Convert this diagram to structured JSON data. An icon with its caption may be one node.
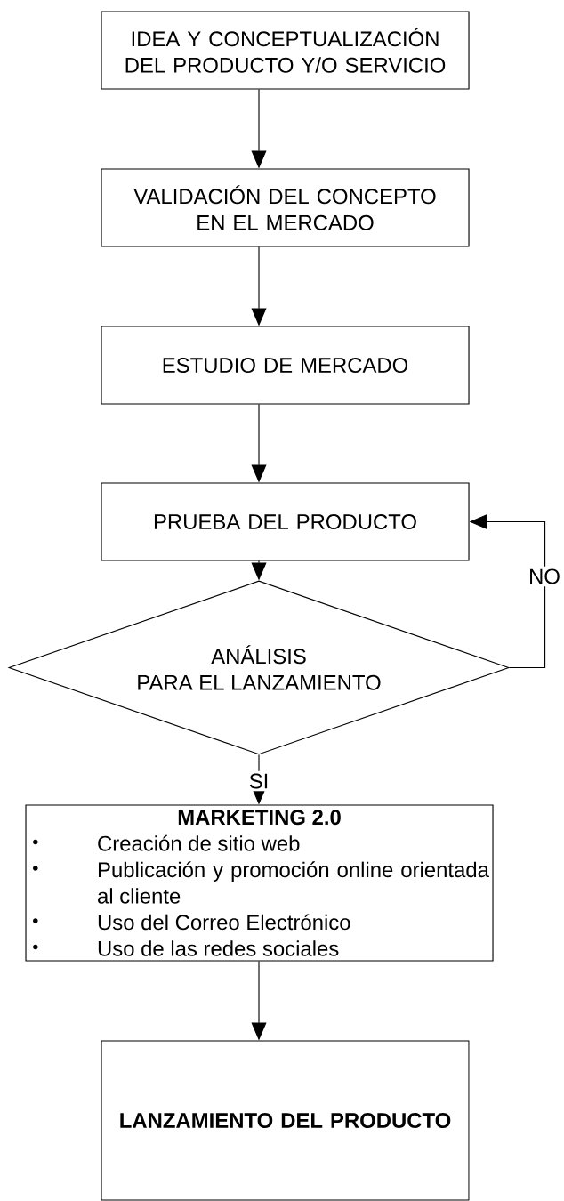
{
  "diagram": {
    "nodes": [
      {
        "text": [
          "IDEA Y CONCEPTUALIZACIÓN DEL PRODUCTO Y/O SERVICIO"
        ]
      },
      {
        "text": [
          "VALIDACIÓN DEL CONCEPTO EN EL MERCADO"
        ]
      },
      {
        "text": [
          "ESTUDIO DE MERCADO"
        ]
      },
      {
        "text": [
          "PRUEBA DEL PRODUCTO"
        ]
      },
      {
        "text": [
          "ANÁLISIS",
          "PARA EL LANZAMIENTO"
        ]
      },
      {
        "text": [
          "MARKETING 2.0",
          "Creación de sitio web",
          "Publicación y promoción online orientada al cliente",
          "Uso del Correo Electrónico",
          "Uso de las redes sociales"
        ]
      },
      {
        "text": [
          "LANZAMIENTO DEL PRODUCTO"
        ]
      }
    ],
    "edges": [
      {
        "from": 0,
        "to": 1,
        "arrow": "to"
      },
      {
        "from": 1,
        "to": 2,
        "arrow": "to"
      },
      {
        "from": 2,
        "to": 3,
        "arrow": "to"
      },
      {
        "from": 3,
        "to": 4,
        "arrow": "to"
      },
      {
        "from": 4,
        "to": 3,
        "arrow": "to",
        "label": "NO"
      },
      {
        "from": 4,
        "to": 5,
        "arrow": "to",
        "label": "SI"
      },
      {
        "from": 5,
        "to": 6,
        "arrow": "to"
      }
    ]
  }
}
